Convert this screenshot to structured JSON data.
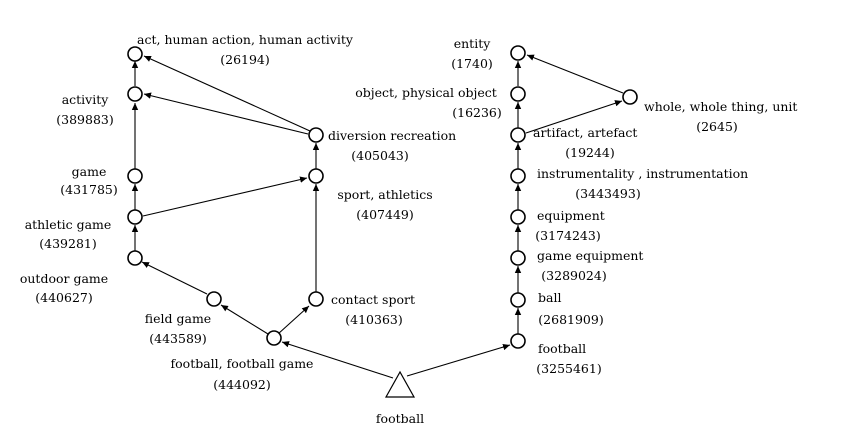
{
  "diagram": {
    "left_tree": {
      "act": {
        "label": "act, human action,  human activity",
        "id": "(26194)"
      },
      "activity": {
        "label": "activity",
        "id": "(389883)"
      },
      "diversion": {
        "label": "diversion recreation",
        "id": "(405043)"
      },
      "game": {
        "label": "game",
        "id": "(431785)"
      },
      "sport": {
        "label": "sport, athletics",
        "id": "(407449)"
      },
      "athletic_game": {
        "label": "athletic game",
        "id": "(439281)"
      },
      "outdoor_game": {
        "label": "outdoor game",
        "id": "(440627)"
      },
      "field_game": {
        "label": "field game",
        "id": "(443589)"
      },
      "contact_sport": {
        "label": "contact sport",
        "id": "(410363)"
      },
      "football_game": {
        "label": "football, football game",
        "id": "(444092)"
      }
    },
    "right_tree": {
      "entity": {
        "label": "entity",
        "id": "(1740)"
      },
      "object": {
        "label": "object, physical object",
        "id": "(16236)"
      },
      "whole": {
        "label": "whole, whole thing, unit",
        "id": "(2645)"
      },
      "artifact": {
        "label": "artifact, artefact",
        "id": "(19244)"
      },
      "instrumentality": {
        "label": "instrumentality , instrumentation",
        "id": "(3443493)"
      },
      "equipment": {
        "label": "equipment",
        "id": "(3174243)"
      },
      "game_equipment": {
        "label": "game equipment",
        "id": "(3289024)"
      },
      "ball": {
        "label": "ball",
        "id": "(2681909)"
      },
      "football_ball": {
        "label": "football",
        "id": "(3255461)"
      }
    },
    "root": {
      "label": "football"
    }
  }
}
